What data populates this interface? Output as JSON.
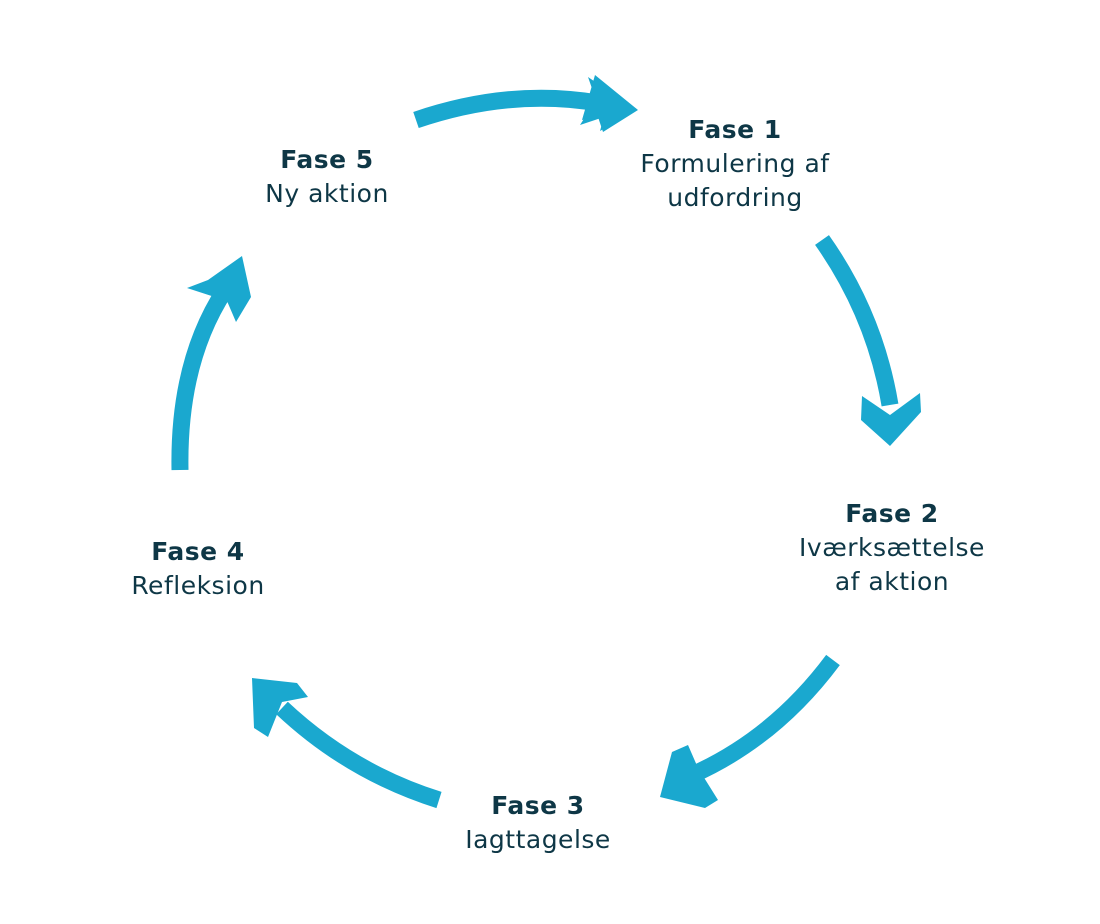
{
  "colors": {
    "arrow": "#1aa8cf",
    "text": "#0e3746"
  },
  "phases": [
    {
      "title": "Fase 1",
      "lines": [
        "Formulering af",
        "udfordring"
      ]
    },
    {
      "title": "Fase 2",
      "lines": [
        "Iværksættelse",
        "af aktion"
      ]
    },
    {
      "title": "Fase 3",
      "lines": [
        "Iagttagelse"
      ]
    },
    {
      "title": "Fase 4",
      "lines": [
        "Refleksion"
      ]
    },
    {
      "title": "Fase 5",
      "lines": [
        "Ny aktion"
      ]
    }
  ],
  "arrows": [
    {
      "from": "Fase 5",
      "to": "Fase 1",
      "icon": "arrow-right-icon"
    },
    {
      "from": "Fase 1",
      "to": "Fase 2",
      "icon": "arrow-down-icon"
    },
    {
      "from": "Fase 2",
      "to": "Fase 3",
      "icon": "arrow-down-left-icon"
    },
    {
      "from": "Fase 3",
      "to": "Fase 4",
      "icon": "arrow-up-left-icon"
    },
    {
      "from": "Fase 4",
      "to": "Fase 5",
      "icon": "arrow-up-icon"
    }
  ]
}
